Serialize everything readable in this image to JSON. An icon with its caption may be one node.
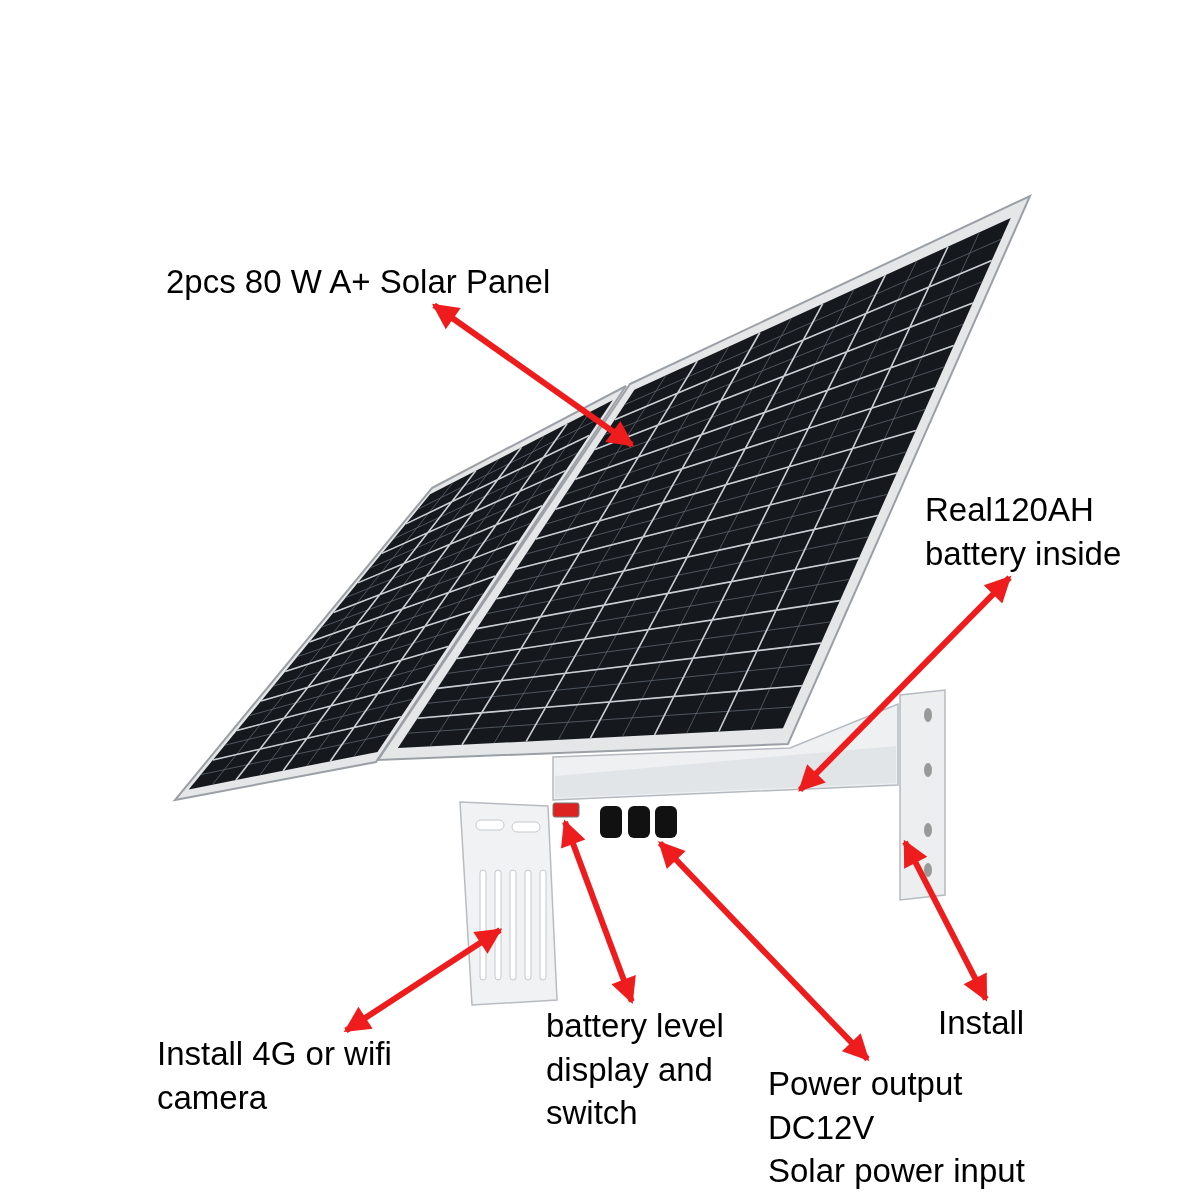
{
  "diagram": {
    "nodes": [
      {
        "text": [
          "2pcs 80 W A+ Solar Panel"
        ]
      },
      {
        "text": [
          "Real120AH battery inside"
        ]
      },
      {
        "text": [
          "Install 4G or wifi camera"
        ]
      },
      {
        "text": [
          "battery level display and switch"
        ]
      },
      {
        "text": [
          "Power output DC12V",
          "Solar power input"
        ]
      },
      {
        "text": [
          "Install"
        ]
      },
      {
        "text": [],
        "shape": "picture"
      },
      {
        "text": [],
        "shape": "picture"
      },
      {
        "text": [],
        "shape": "picture"
      },
      {
        "text": [],
        "shape": "box"
      },
      {
        "text": [],
        "shape": "picture"
      },
      {
        "text": [],
        "shape": "picture"
      }
    ],
    "edges": [
      {
        "from": 0,
        "to": 6,
        "arrow": "both"
      },
      {
        "from": 1,
        "to": 7,
        "arrow": "both"
      },
      {
        "from": 2,
        "to": 8,
        "arrow": "both"
      },
      {
        "from": 3,
        "to": 9,
        "arrow": "both"
      },
      {
        "from": 4,
        "to": 10,
        "arrow": "both"
      },
      {
        "from": 5,
        "to": 11,
        "arrow": "both"
      }
    ]
  }
}
